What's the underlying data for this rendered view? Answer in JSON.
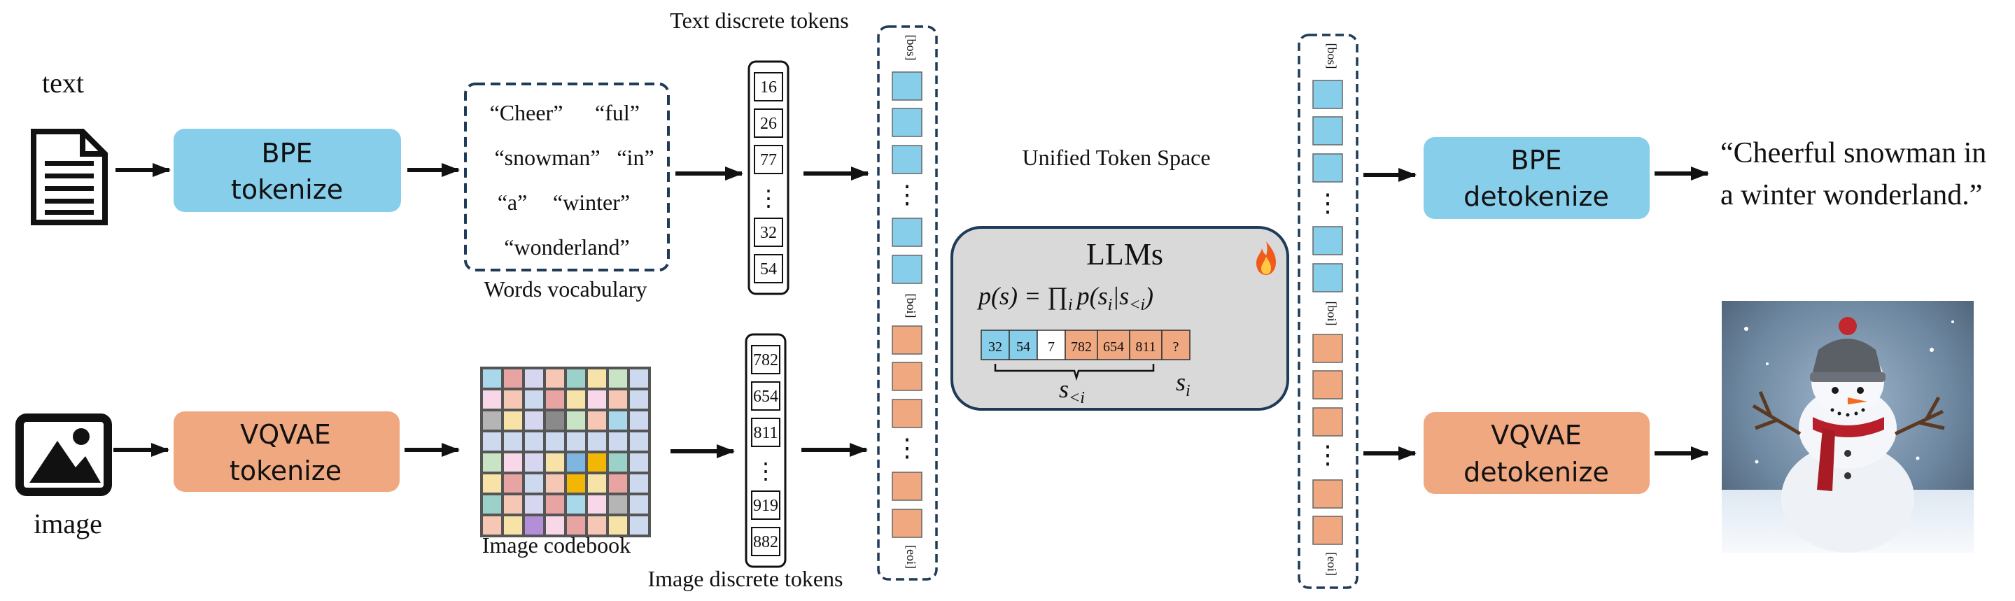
{
  "labels": {
    "text_input": "text",
    "image_input": "image",
    "text_discrete_tokens": "Text discrete tokens",
    "image_discrete_tokens": "Image discrete tokens",
    "words_vocabulary": "Words vocabulary",
    "image_codebook": "Image codebook",
    "unified_token_space": "Unified Token Space"
  },
  "boxes": {
    "bpe_tokenize": [
      "BPE",
      "tokenize"
    ],
    "vqvae_tokenize": [
      "VQVAE",
      "tokenize"
    ],
    "bpe_detokenize": [
      "BPE",
      "detokenize"
    ],
    "vqvae_detokenize": [
      "VQVAE",
      "detokenize"
    ]
  },
  "vocabulary": {
    "row1": [
      "“Cheer”",
      "“ful”"
    ],
    "row2": [
      "“snowman”",
      "“in”"
    ],
    "row3": [
      "“a”",
      "“winter”"
    ],
    "row4": [
      "“wonderland”"
    ]
  },
  "text_tokens": [
    "16",
    "26",
    "77",
    "⋮",
    "32",
    "54"
  ],
  "image_tokens": [
    "782",
    "654",
    "811",
    "⋮",
    "919",
    "882"
  ],
  "special_tokens": {
    "bos": "[bos]",
    "boi": "[boi]",
    "eoi": "[eoi]"
  },
  "ellipsis": "⋮",
  "llm": {
    "title": "LLMs",
    "fire_icon": "fire-icon",
    "formula_lhs": "p(s) = ∏",
    "formula_sub": "i",
    "formula_rhs": "p(s",
    "formula_rhs_sub": "i",
    "formula_bar": "|s",
    "formula_bar_sub": "<i",
    "formula_close": ")",
    "sequence": [
      "32",
      "54",
      "7",
      "782",
      "654",
      "811",
      "?"
    ],
    "s_less_i": "s",
    "s_less_i_sub": "<i",
    "s_i": "s",
    "s_i_sub": "i"
  },
  "output_text": [
    "“Cheerful snowman in",
    "a winter wonderland.”"
  ],
  "icons": {
    "document": "document-icon",
    "image": "image-icon",
    "snowman": "snowman-picture"
  },
  "colors": {
    "text_blue": "#87ceeb",
    "text_blue_box": "#7fc8ea",
    "image_orange": "#f0a880",
    "llm_gray": "#d9d9d9",
    "llm_border": "#1f3b57"
  }
}
